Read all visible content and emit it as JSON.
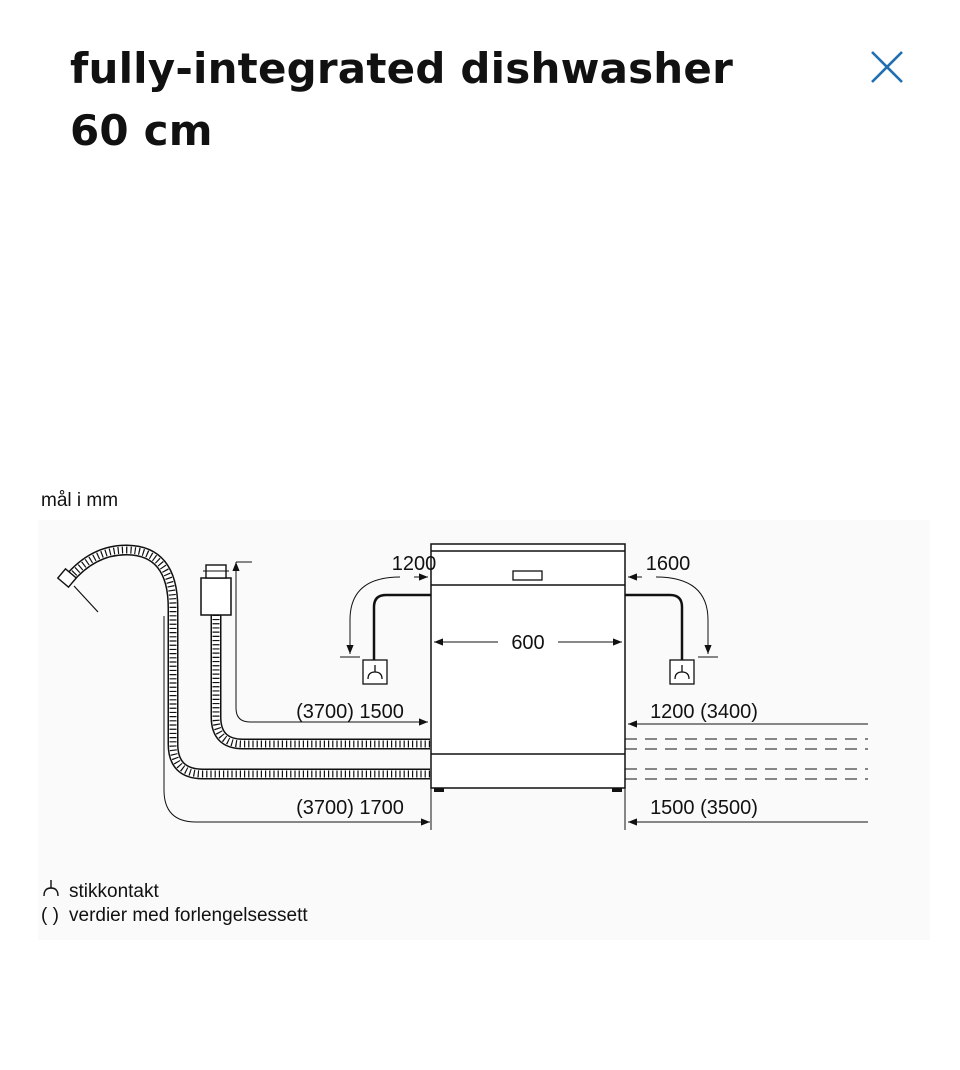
{
  "header": {
    "title": "fully-integrated dishwasher 60 cm",
    "close_icon": "close-icon",
    "accent_color": "#1f6fb0"
  },
  "diagram": {
    "units_label": "mål i mm",
    "dimensions": {
      "width": "600",
      "left_socket_height": "1200",
      "right_socket_height": "1600",
      "left_drain_hose": "(3700) 1500",
      "left_inlet_hose": "(3700) 1700",
      "right_drain_hose": "1200 (3400)",
      "right_inlet_hose": "1500 (3500)"
    },
    "icons": [
      "socket-icon",
      "water-tap-icon",
      "dishwasher-icon",
      "hose-icon"
    ]
  },
  "legend": {
    "socket_text": "stikkontakt",
    "parens_symbol": "( )",
    "parens_text": "verdier med forlengelsessett"
  }
}
